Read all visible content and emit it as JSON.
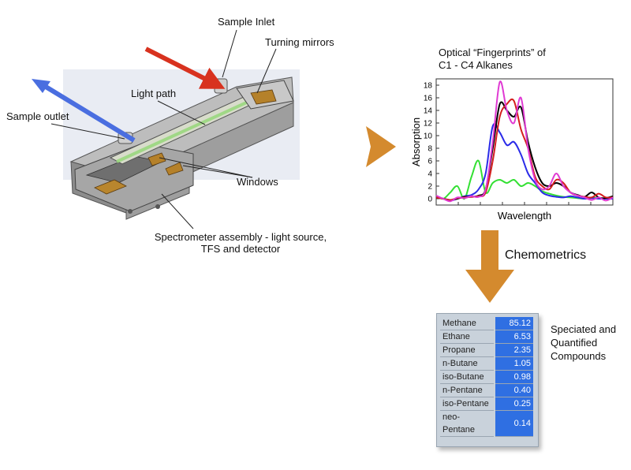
{
  "device": {
    "labels": {
      "sample_inlet": "Sample Inlet",
      "turning_mirrors": "Turning mirrors",
      "light_path": "Light path",
      "sample_outlet": "Sample outlet",
      "windows": "Windows",
      "spectrometer_line1": "Spectrometer assembly - light source,",
      "spectrometer_line2": "TFS and detector"
    },
    "colors": {
      "inlet_arrow": "#d8321f",
      "outlet_arrow": "#4a6ee0",
      "body": "#8c8c8c",
      "beam": "#9bd87f"
    }
  },
  "chart": {
    "title_line1": "Optical “Fingerprints” of",
    "title_line2": "C1 - C4 Alkanes"
  },
  "chart_data": {
    "type": "line",
    "xlabel": "Wavelength",
    "ylabel": "Absorption",
    "ylim": [
      -1,
      19
    ],
    "yticks": [
      0,
      2,
      4,
      6,
      8,
      10,
      12,
      14,
      16,
      18
    ],
    "x": [
      0,
      4,
      8,
      12,
      16,
      20,
      24,
      28,
      32,
      36,
      40,
      44,
      48,
      52,
      56,
      60,
      64,
      68,
      72,
      76,
      80,
      84,
      88,
      92,
      96,
      100
    ],
    "series": [
      {
        "color": "#33e033",
        "values": [
          0.5,
          0,
          1,
          2,
          0,
          3.5,
          6,
          1,
          2.5,
          3,
          2.5,
          3,
          2,
          2.5,
          2,
          1.2,
          0.8,
          0.5,
          0.3,
          0.2,
          0.1,
          0,
          0.2,
          0.1,
          0,
          0
        ]
      },
      {
        "color": "#2b2be8",
        "values": [
          0.3,
          0,
          -0.3,
          0,
          0.4,
          0.6,
          1.5,
          4,
          11.5,
          10.5,
          8.5,
          9,
          7,
          4,
          2.5,
          1,
          0.5,
          0.3,
          0.2,
          0.4,
          0.2,
          0,
          0.1,
          0,
          0,
          0
        ]
      },
      {
        "color": "#000000",
        "values": [
          0.2,
          0,
          -0.2,
          0,
          0.3,
          0.3,
          0.5,
          1.5,
          8,
          15,
          14,
          13,
          14.5,
          9,
          5,
          2.5,
          2,
          2.5,
          2,
          1,
          0.6,
          0.3,
          1,
          0.2,
          0.1,
          0.4
        ]
      },
      {
        "color": "#d41e1e",
        "values": [
          0.2,
          0,
          -0.2,
          0.1,
          0.2,
          0.3,
          0.4,
          1,
          6,
          13,
          15,
          15.5,
          11,
          8,
          3.5,
          2,
          1.5,
          3,
          2.5,
          1,
          0.5,
          0.3,
          0.2,
          0.8,
          0.2,
          0.2
        ]
      },
      {
        "color": "#e03ad3",
        "values": [
          0.5,
          0,
          -0.4,
          0.2,
          0.1,
          0.4,
          0.3,
          1.5,
          9,
          18.5,
          14,
          12,
          16,
          8,
          3,
          1.5,
          2,
          4,
          2,
          1,
          0.5,
          0.2,
          -0.2,
          0.2,
          -0.3,
          0.2
        ]
      }
    ]
  },
  "chemometrics_label": "Chemometrics",
  "results": {
    "rows": [
      {
        "name": "Methane",
        "value": "85.12"
      },
      {
        "name": "Ethane",
        "value": "6.53"
      },
      {
        "name": "Propane",
        "value": "2.35"
      },
      {
        "name": "n-Butane",
        "value": "1.05"
      },
      {
        "name": "iso-Butane",
        "value": "0.98"
      },
      {
        "name": "n-Pentane",
        "value": "0.40"
      },
      {
        "name": "iso-Pentane",
        "value": "0.25"
      },
      {
        "name": "neo-Pentane",
        "value": "0.14"
      }
    ],
    "caption_line1": "Speciated and",
    "caption_line2": "Quantified",
    "caption_line3": "Compounds"
  },
  "colors": {
    "flow_arrow": "#d48a2e",
    "value_cell": "#2f6fe2"
  }
}
